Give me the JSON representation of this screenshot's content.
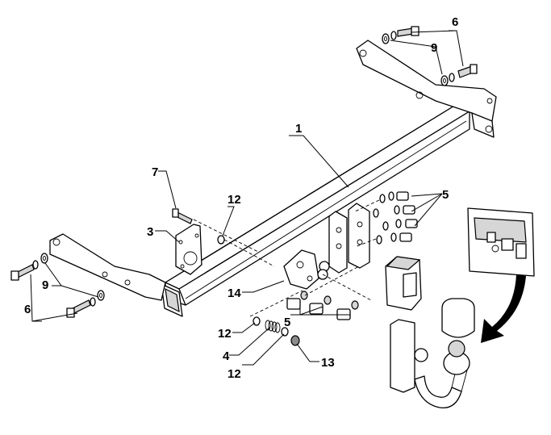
{
  "callouts": {
    "main_frame": "1",
    "connection_bolts": "5",
    "frame_mount_bolts_right": "6",
    "frame_mount_bolts_left": "6",
    "large_washers_right": "9",
    "large_washers_left": "9",
    "socket_bolt": "7",
    "socket_nut": "12",
    "socket_bracket": "3",
    "lock_spacer": "14",
    "ball_bolts": "5",
    "lock_washer_upper": "12",
    "spring": "4",
    "lock_washer_lower": "12",
    "lock_nut": "13"
  }
}
